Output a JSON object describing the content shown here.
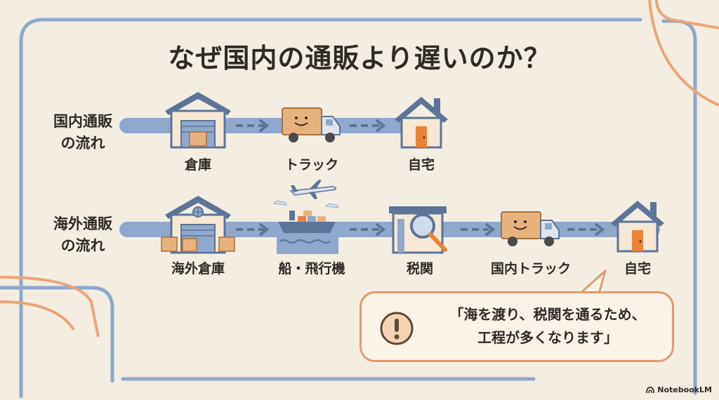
{
  "title": "なぜ国内の通販より遅いのか？",
  "domestic": {
    "label_line1": "国内通販",
    "label_line2": "の流れ",
    "steps": [
      "倉庫",
      "トラック",
      "自宅"
    ]
  },
  "overseas": {
    "label_line1": "海外通販",
    "label_line2": "の流れ",
    "steps": [
      "海外倉庫",
      "船・飛行機",
      "税関",
      "国内トラック",
      "自宅"
    ]
  },
  "callout": {
    "line1": "「海を渡り、税関を通るため、",
    "line2": "工程が多くなります」",
    "icon": "exclamation-icon"
  },
  "brand": "NotebookLM",
  "colors": {
    "background": "#f3ede2",
    "flow_line": "#8fa8cc",
    "frame_blue": "#8fa8cc",
    "frame_orange": "#e9a57a",
    "box_orange": "#e8b27d",
    "accent_orange": "#e9833a",
    "house_roof": "#5d7496"
  }
}
